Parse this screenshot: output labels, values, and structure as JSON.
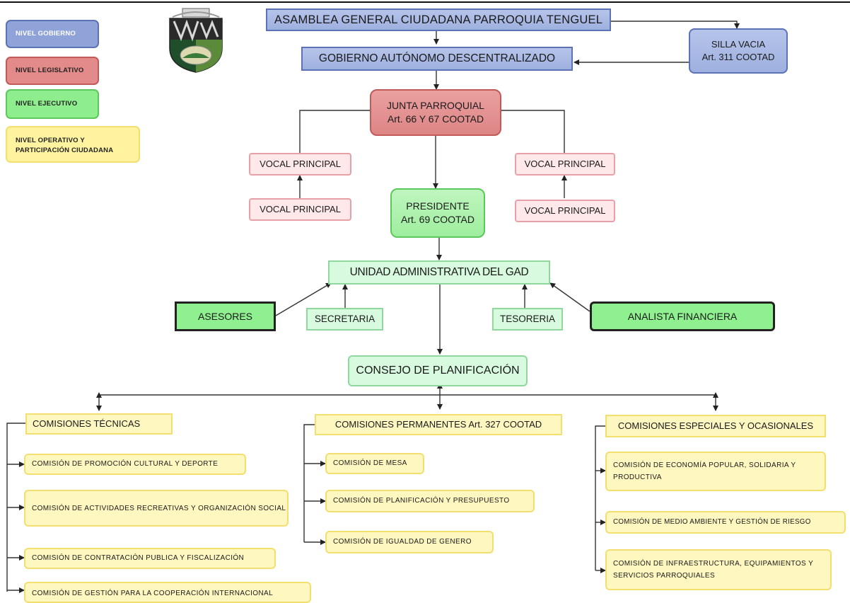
{
  "legend": {
    "gobierno": "NIVEL GOBIERNO",
    "legislativo": "NIVEL LEGISLATIVO",
    "ejecutivo": "NIVEL EJECUTIVO",
    "operativo_line1": "NIVEL OPERATIVO Y",
    "operativo_line2": "PARTICIPACIÓN CIUDADANA"
  },
  "asamblea": "ASAMBLEA GENERAL CIUDADANA PARROQUIA TENGUEL",
  "silla_vacia": {
    "line1": "SILLA VACIA",
    "line2": "Art. 311 COOTAD"
  },
  "gobierno": "GOBIERNO AUTÓNOMO DESCENTRALIZADO",
  "junta": {
    "line1": "JUNTA PARROQUIAL",
    "line2": "Art. 66 Y 67 COOTAD"
  },
  "vocal_label": "VOCAL PRINCIPAL",
  "presidente": {
    "line1": "PRESIDENTE",
    "line2": "Art. 69 COOTAD"
  },
  "unidad": "UNIDAD ADMINISTRATIVA DEL GAD",
  "asesores": "ASESORES",
  "secretaria": "SECRETARIA",
  "tesoreria": "TESORERIA",
  "analista": "ANALISTA FINANCIERA",
  "consejo": "CONSEJO DE PLANIFICACIÓN",
  "tecnicas": {
    "title": "COMISIONES TÉCNICAS",
    "items": [
      "COMISIÓN DE PROMOCIÓN CULTURAL Y DEPORTE",
      "COMISIÓN DE ACTIVIDADES RECREATIVAS Y ORGANIZACIÓN SOCIAL",
      "COMISIÓN DE CONTRATACIÓN PUBLICA Y FISCALIZACIÓN",
      "COMISIÓN DE GESTIÓN PARA LA COOPERACIÓN INTERNACIONAL"
    ]
  },
  "permanentes": {
    "title": "COMISIONES PERMANENTES Art. 327 COOTAD",
    "items": [
      "COMISIÓN DE MESA",
      "COMISIÓN DE PLANIFICACIÓN Y PRESUPUESTO",
      "COMISIÓN DE IGUALDAD DE GENERO"
    ]
  },
  "especiales": {
    "title": "COMISIONES ESPECIALES Y OCASIONALES",
    "items": [
      "COMISIÓN DE ECONOMÍA POPULAR, SOLIDARIA Y PRODUCTIVA",
      "COMISIÓN DE MEDIO AMBIENTE Y GESTIÓN DE RIESGO",
      "COMISIÓN DE INFRAESTRUCTURA, EQUIPAMIENTOS Y SERVICIOS PARROQUIALES"
    ]
  },
  "colors": {
    "gobierno": "#9eb0df",
    "legislativo": "#dd8585",
    "ejecutivo": "#9eee9e",
    "operativo": "#fff3a0"
  }
}
